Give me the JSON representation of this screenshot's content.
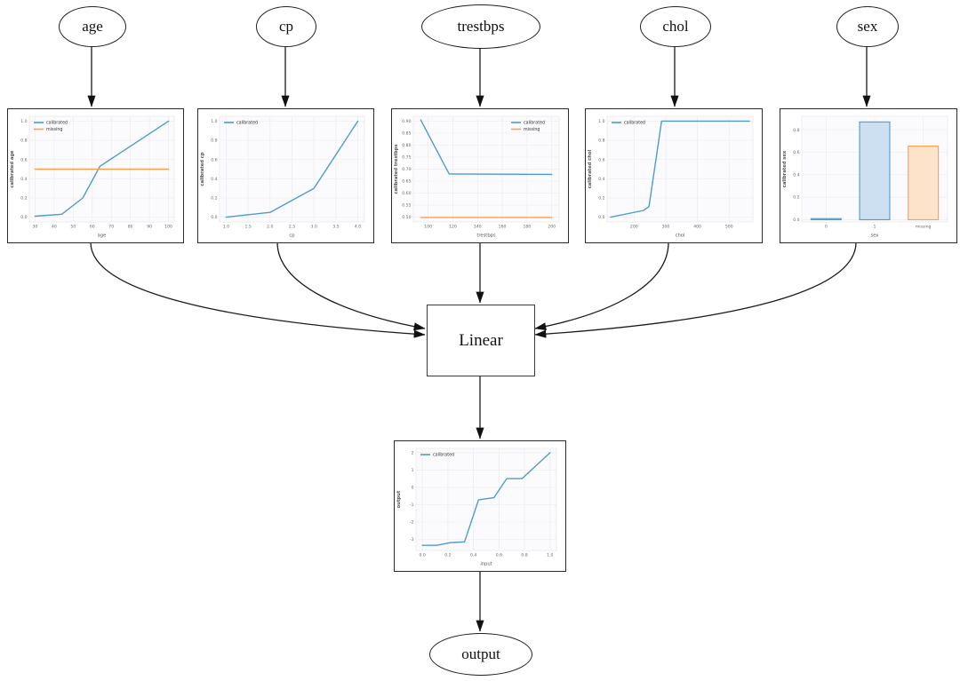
{
  "diagram": {
    "input_nodes": [
      {
        "label": "age"
      },
      {
        "label": "cp"
      },
      {
        "label": "trestbps"
      },
      {
        "label": "chol"
      },
      {
        "label": "sex"
      }
    ],
    "linear_label": "Linear",
    "output_label": "output"
  },
  "colors": {
    "calibrated_line": "#4e9ad3",
    "missing_line": "#ff9e4d",
    "calibrated_fill": "#cde0f1",
    "missing_fill": "#fce3ca",
    "edge_stroke": "#1a1a1a"
  },
  "chart_data": [
    {
      "id": "age-calibrator",
      "type": "line",
      "title": "",
      "xlabel": "age",
      "ylabel": "calibrated age",
      "xlim": [
        27,
        103
      ],
      "ylim": [
        -0.05,
        1.05
      ],
      "xticks": [
        30,
        40,
        50,
        60,
        70,
        80,
        90,
        100
      ],
      "xtick_labels": [
        "30",
        "40",
        "50",
        "60",
        "70",
        "80",
        "90",
        "100"
      ],
      "yticks": [
        0,
        0.2,
        0.4,
        0.6,
        0.8,
        1.0
      ],
      "ytick_labels": [
        "0.0",
        "0.2",
        "0.4",
        "0.6",
        "0.8",
        "1.0"
      ],
      "grid": true,
      "legend": {
        "position": "top-left",
        "entries": [
          {
            "label": "calibrated",
            "color": "#4e9ad3"
          },
          {
            "label": "missing",
            "color": "#ff9e4d"
          }
        ]
      },
      "series": [
        {
          "name": "calibrated",
          "color": "#4e9ad3",
          "points": [
            [
              30,
              0.01
            ],
            [
              44,
              0.03
            ],
            [
              55,
              0.2
            ],
            [
              64,
              0.53
            ],
            [
              100,
              1.0
            ]
          ]
        },
        {
          "name": "missing",
          "color": "#ff9e4d",
          "points": [
            [
              30,
              0.5
            ],
            [
              100,
              0.5
            ]
          ]
        }
      ]
    },
    {
      "id": "cp-calibrator",
      "type": "line",
      "title": "",
      "xlabel": "cp",
      "ylabel": "calibrated cp",
      "xlim": [
        0.85,
        4.15
      ],
      "ylim": [
        -0.05,
        1.05
      ],
      "xticks": [
        1.0,
        1.5,
        2.0,
        2.5,
        3.0,
        3.5,
        4.0
      ],
      "xtick_labels": [
        "1.0",
        "1.5",
        "2.0",
        "2.5",
        "3.0",
        "3.5",
        "4.0"
      ],
      "yticks": [
        0,
        0.2,
        0.4,
        0.6,
        0.8,
        1.0
      ],
      "ytick_labels": [
        "0.0",
        "0.2",
        "0.4",
        "0.6",
        "0.8",
        "1.0"
      ],
      "grid": true,
      "legend": {
        "position": "top-left",
        "entries": [
          {
            "label": "calibrated",
            "color": "#4e9ad3"
          }
        ]
      },
      "series": [
        {
          "name": "calibrated",
          "color": "#4e9ad3",
          "points": [
            [
              1,
              0.0
            ],
            [
              2,
              0.05
            ],
            [
              3,
              0.3
            ],
            [
              4,
              1.0
            ]
          ]
        }
      ]
    },
    {
      "id": "trestbps-calibrator",
      "type": "line",
      "title": "",
      "xlabel": "trestbps",
      "ylabel": "calibrated trestbps",
      "xlim": [
        88,
        206
      ],
      "ylim": [
        0.48,
        0.92
      ],
      "xticks": [
        100,
        120,
        140,
        160,
        180,
        200
      ],
      "xtick_labels": [
        "100",
        "120",
        "140",
        "160",
        "180",
        "200"
      ],
      "yticks": [
        0.5,
        0.55,
        0.6,
        0.65,
        0.7,
        0.75,
        0.8,
        0.85,
        0.9
      ],
      "ytick_labels": [
        "0.50",
        "0.55",
        "0.60",
        "0.65",
        "0.70",
        "0.75",
        "0.80",
        "0.85",
        "0.90"
      ],
      "grid": true,
      "legend": {
        "position": "top-right",
        "entries": [
          {
            "label": "calibrated",
            "color": "#4e9ad3"
          },
          {
            "label": "missing",
            "color": "#ff9e4d"
          }
        ]
      },
      "series": [
        {
          "name": "calibrated",
          "color": "#4e9ad3",
          "points": [
            [
              94,
              0.905
            ],
            [
              117,
              0.68
            ],
            [
              200,
              0.678
            ]
          ]
        },
        {
          "name": "missing",
          "color": "#ff9e4d",
          "points": [
            [
              94,
              0.499
            ],
            [
              200,
              0.499
            ]
          ]
        }
      ]
    },
    {
      "id": "chol-calibrator",
      "type": "line",
      "title": "",
      "xlabel": "chol",
      "ylabel": "calibrated chol",
      "xlim": [
        115,
        575
      ],
      "ylim": [
        -0.05,
        1.05
      ],
      "xticks": [
        200,
        300,
        400,
        500
      ],
      "xtick_labels": [
        "200",
        "300",
        "400",
        "500"
      ],
      "yticks": [
        0,
        0.2,
        0.4,
        0.6,
        0.8,
        1.0
      ],
      "ytick_labels": [
        "0.0",
        "0.2",
        "0.4",
        "0.6",
        "0.8",
        "1.0"
      ],
      "grid": true,
      "legend": {
        "position": "top-left",
        "entries": [
          {
            "label": "calibrated",
            "color": "#4e9ad3"
          }
        ]
      },
      "series": [
        {
          "name": "calibrated",
          "color": "#4e9ad3",
          "points": [
            [
              126,
              0.0
            ],
            [
              230,
              0.07
            ],
            [
              247,
              0.11
            ],
            [
              287,
              1.0
            ],
            [
              564,
              1.0
            ]
          ]
        }
      ]
    },
    {
      "id": "sex-calibrator",
      "type": "bar",
      "title": "",
      "xlabel": "sex",
      "ylabel": "calibrated sex",
      "categories": [
        "0",
        "1",
        "missing"
      ],
      "values": [
        0.01,
        0.87,
        0.655
      ],
      "bar_styles": [
        {
          "edge": "#4e9ad3",
          "fill": "#cde0f1"
        },
        {
          "edge": "#4e9ad3",
          "fill": "#cde0f1"
        },
        {
          "edge": "#ff9e4d",
          "fill": "#fce3ca"
        }
      ],
      "ylim": [
        -0.02,
        0.92
      ],
      "yticks": [
        0,
        0.2,
        0.4,
        0.6,
        0.8
      ],
      "ytick_labels": [
        "0.0",
        "0.2",
        "0.4",
        "0.6",
        "0.8"
      ],
      "grid": true
    },
    {
      "id": "output-calibrator",
      "type": "line",
      "title": "",
      "xlabel": "input",
      "ylabel": "output",
      "xlim": [
        -0.05,
        1.05
      ],
      "ylim": [
        -3.65,
        2.25
      ],
      "xticks": [
        0,
        0.2,
        0.4,
        0.6,
        0.8,
        1.0
      ],
      "xtick_labels": [
        "0.0",
        "0.2",
        "0.4",
        "0.6",
        "0.8",
        "1.0"
      ],
      "yticks": [
        -3,
        -2,
        -1,
        0,
        1,
        2
      ],
      "ytick_labels": [
        "-3",
        "-2",
        "-1",
        "0",
        "1",
        "2"
      ],
      "grid": true,
      "legend": {
        "position": "top-left",
        "entries": [
          {
            "label": "calibrated",
            "color": "#4e9ad3"
          }
        ]
      },
      "series": [
        {
          "name": "calibrated",
          "color": "#4e9ad3",
          "points": [
            [
              0.0,
              -3.35
            ],
            [
              0.11,
              -3.35
            ],
            [
              0.22,
              -3.2
            ],
            [
              0.33,
              -3.15
            ],
            [
              0.44,
              -0.72
            ],
            [
              0.56,
              -0.6
            ],
            [
              0.66,
              0.5
            ],
            [
              0.78,
              0.5
            ],
            [
              1.0,
              2.0
            ]
          ]
        }
      ]
    }
  ]
}
